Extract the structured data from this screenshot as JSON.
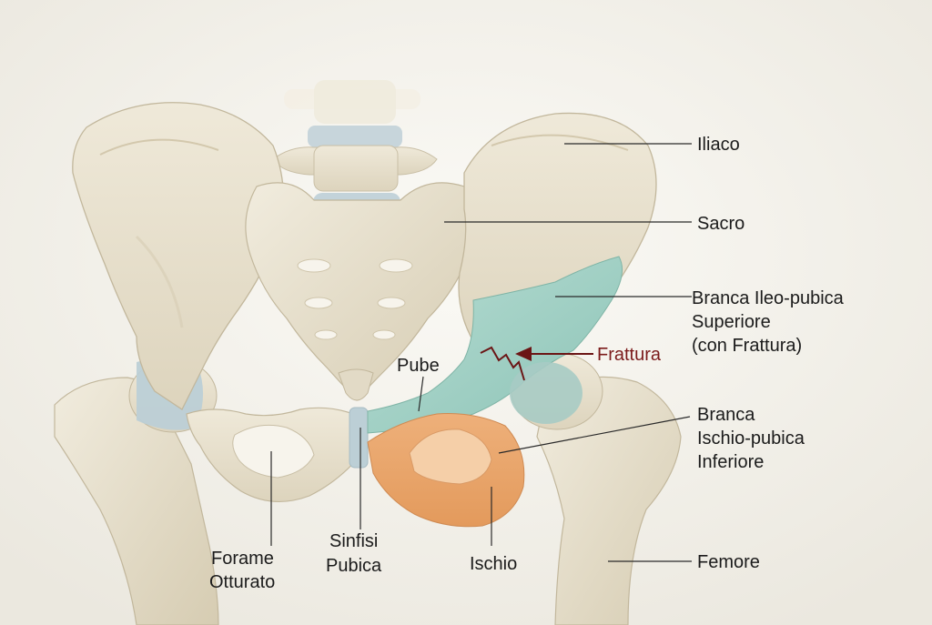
{
  "labels": {
    "iliaco": "Iliaco",
    "sacro": "Sacro",
    "superior_ramus_line1": "Branca Ileo-pubica",
    "superior_ramus_line2": "Superiore",
    "superior_ramus_line3": "(con Frattura)",
    "frattura": "Frattura",
    "pube": "Pube",
    "inferior_ramus_line1": "Branca",
    "inferior_ramus_line2": "Ischio-pubica",
    "inferior_ramus_line3": "Inferiore",
    "forame_line1": "Forame",
    "forame_line2": "Otturato",
    "sinfisi_line1": "Sinfisi",
    "sinfisi_line2": "Pubica",
    "ischio": "Ischio",
    "femore": "Femore"
  },
  "colors": {
    "background": "#f4f2ec",
    "bone": "#e8e1cf",
    "bone_shadow": "#c9bfa6",
    "cartilage": "#b9cdd6",
    "superior_ramus_highlight": "#9fcfc3",
    "ischium_highlight": "#e9a56f",
    "ischium_inner": "#f6cfa5",
    "fracture": "#6b1515"
  }
}
